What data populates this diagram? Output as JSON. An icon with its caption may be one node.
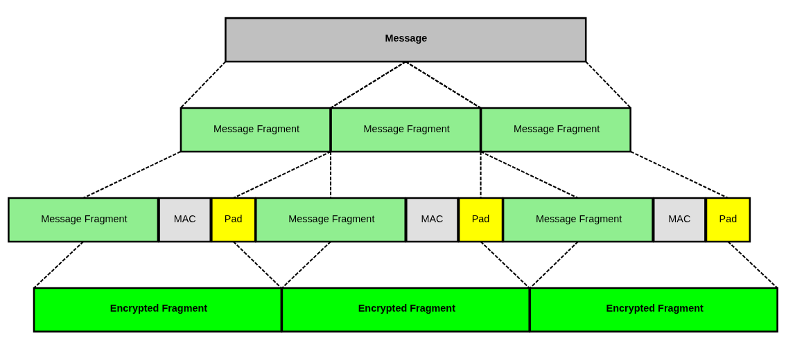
{
  "diagram": {
    "nodes": [
      {
        "text": [
          "Message"
        ]
      },
      {
        "text": [
          "Message Fragment"
        ]
      },
      {
        "text": [
          "Message Fragment"
        ]
      },
      {
        "text": [
          "Message Fragment"
        ]
      },
      {
        "text": [
          "Message Fragment"
        ]
      },
      {
        "text": [
          "MAC"
        ]
      },
      {
        "text": [
          "Pad"
        ]
      },
      {
        "text": [
          "Message Fragment"
        ]
      },
      {
        "text": [
          "MAC"
        ]
      },
      {
        "text": [
          "Pad"
        ]
      },
      {
        "text": [
          "Message Fragment"
        ]
      },
      {
        "text": [
          "MAC"
        ]
      },
      {
        "text": [
          "Pad"
        ]
      },
      {
        "text": [
          "Encrypted Fragment"
        ]
      },
      {
        "text": [
          "Encrypted Fragment"
        ]
      },
      {
        "text": [
          "Encrypted Fragment"
        ]
      }
    ],
    "edges": [
      {
        "from": 0,
        "to": 1,
        "arrow": "none",
        "style": "dashed"
      },
      {
        "from": 0,
        "to": 1,
        "arrow": "none",
        "style": "dashed"
      },
      {
        "from": 0,
        "to": 2,
        "arrow": "none",
        "style": "dashed"
      },
      {
        "from": 0,
        "to": 2,
        "arrow": "none",
        "style": "dashed"
      },
      {
        "from": 0,
        "to": 3,
        "arrow": "none",
        "style": "dashed"
      },
      {
        "from": 0,
        "to": 3,
        "arrow": "none",
        "style": "dashed"
      },
      {
        "from": 1,
        "to": 4,
        "arrow": "none",
        "style": "dashed"
      },
      {
        "from": 1,
        "to": 6,
        "arrow": "none",
        "style": "dashed"
      },
      {
        "from": 2,
        "to": 7,
        "arrow": "none",
        "style": "dashed"
      },
      {
        "from": 2,
        "to": 9,
        "arrow": "none",
        "style": "dashed"
      },
      {
        "from": 3,
        "to": 10,
        "arrow": "none",
        "style": "dashed"
      },
      {
        "from": 3,
        "to": 12,
        "arrow": "none",
        "style": "dashed"
      },
      {
        "from": 4,
        "to": 13,
        "arrow": "none",
        "style": "dashed"
      },
      {
        "from": 6,
        "to": 13,
        "arrow": "none",
        "style": "dashed"
      },
      {
        "from": 7,
        "to": 14,
        "arrow": "none",
        "style": "dashed"
      },
      {
        "from": 9,
        "to": 14,
        "arrow": "none",
        "style": "dashed"
      },
      {
        "from": 10,
        "to": 15,
        "arrow": "none",
        "style": "dashed"
      },
      {
        "from": 12,
        "to": 15,
        "arrow": "none",
        "style": "dashed"
      }
    ]
  }
}
